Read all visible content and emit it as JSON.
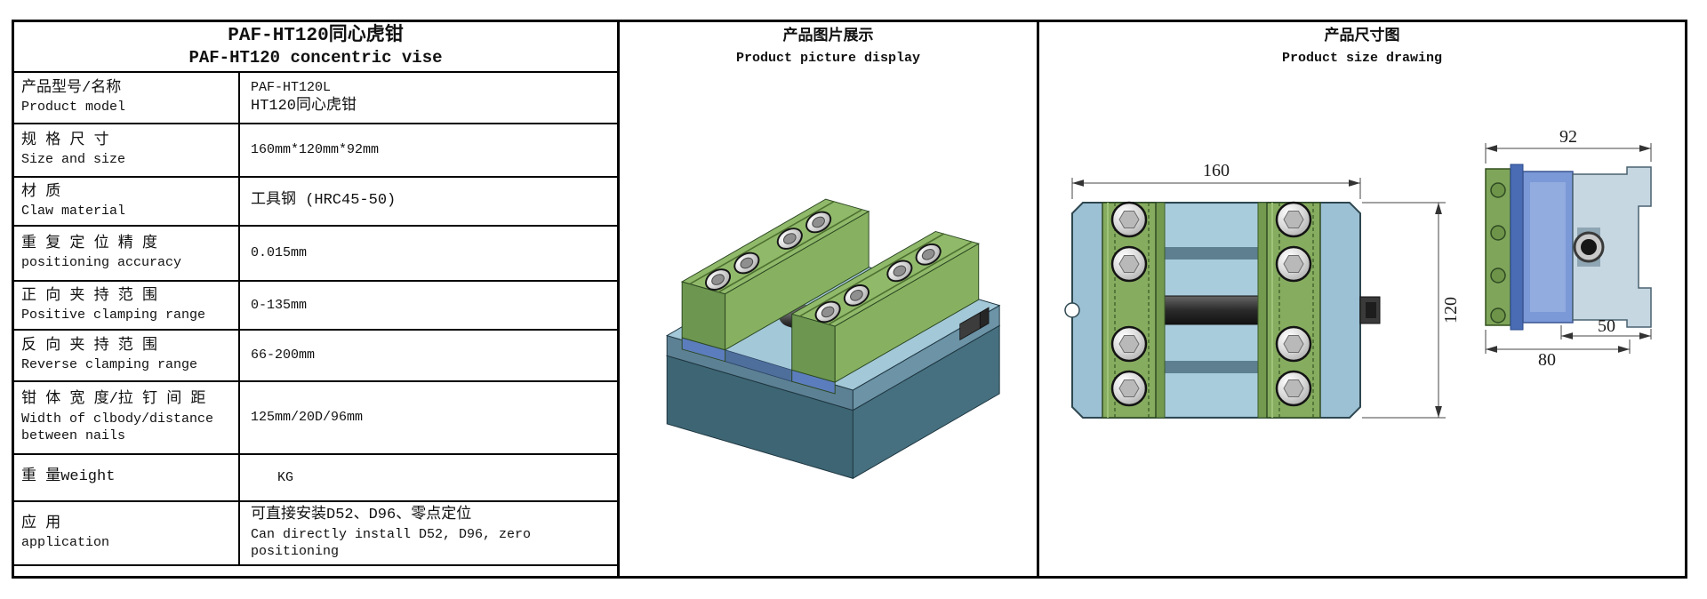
{
  "header": {
    "title_cn": "PAF-HT120同心虎钳",
    "title_en": "PAF-HT120 concentric vise"
  },
  "picture_panel": {
    "title_cn": "产品图片展示",
    "title_en": "Product picture display"
  },
  "drawing_panel": {
    "title_cn": "产品尺寸图",
    "title_en": "Product size drawing"
  },
  "spec_rows": [
    {
      "label_l1": "产品型号/名称",
      "label_l2": "Product model",
      "label_l3": "",
      "value_l1": "PAF-HT120L",
      "value_l2": "HT120同心虎钳",
      "value_l3": ""
    },
    {
      "label_l1": "规 格 尺 寸",
      "label_l2": "Size and size",
      "label_l3": "",
      "value_l1": "160mm*120mm*92mm",
      "value_l2": "",
      "value_l3": ""
    },
    {
      "label_l1": "材 质",
      "label_l2": "Claw material",
      "label_l3": "",
      "value_l1": "工具钢 (HRC45-50)",
      "value_l2": "",
      "value_l3": ""
    },
    {
      "label_l1": "重 复 定 位 精 度",
      "label_l2": "positioning accuracy",
      "label_l3": "",
      "value_l1": "0.015mm",
      "value_l2": "",
      "value_l3": ""
    },
    {
      "label_l1": "正 向 夹 持 范 围",
      "label_l2": "Positive clamping range",
      "label_l3": "",
      "value_l1": "0-135mm",
      "value_l2": "",
      "value_l3": ""
    },
    {
      "label_l1": "反 向 夹 持 范 围",
      "label_l2": "Reverse clamping range",
      "label_l3": "",
      "value_l1": "66-200mm",
      "value_l2": "",
      "value_l3": ""
    },
    {
      "label_l1": "钳 体 宽 度/拉 钉 间 距",
      "label_l2": "Width of clbody/distance",
      "label_l3": "between nails",
      "value_l1": "125mm/20D/96mm",
      "value_l2": "",
      "value_l3": ""
    },
    {
      "label_l1": "重 量weight",
      "label_l2": "",
      "label_l3": "",
      "value_l1": "KG",
      "value_l2": "",
      "value_l3": ""
    },
    {
      "label_l1": "应 用",
      "label_l2": "application",
      "label_l3": "",
      "value_l1": "可直接安装D52、D96、零点定位",
      "value_l2": "Can directly install D52, D96, zero",
      "value_l3": "positioning"
    }
  ],
  "size_drawing": {
    "dim_length": "160",
    "dim_depth": "120",
    "dim_height": "92",
    "dim_base_width": "80",
    "dim_slot_width": "50"
  },
  "colors": {
    "jaw_green": "#86ac5f",
    "body_blue": "#9cc0d4",
    "base_teal": "#3f6a78",
    "carrier_blue": "#5b7dbd",
    "screw_dark": "#1d1d1d",
    "dim_line": "#444444"
  }
}
